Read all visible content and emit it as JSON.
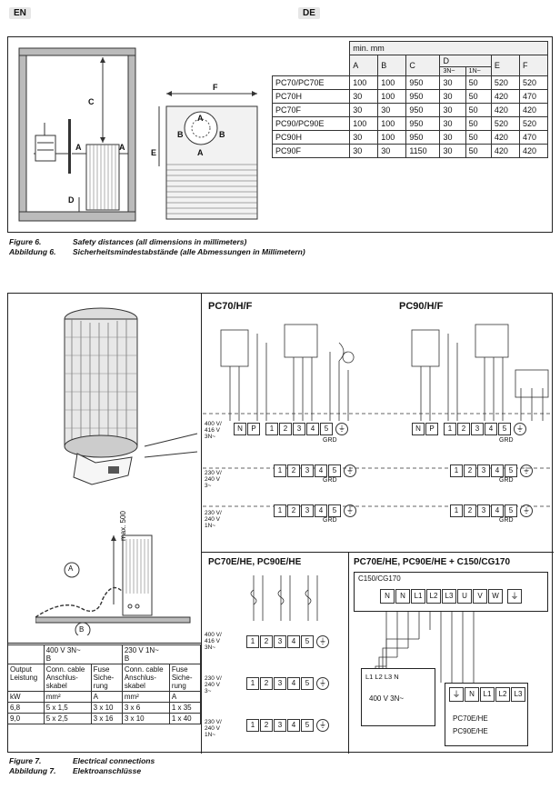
{
  "header": {
    "lang_left": "EN",
    "lang_right": "DE"
  },
  "fig6": {
    "dimension_labels": [
      "C",
      "A",
      "A",
      "D",
      "F",
      "B",
      "B",
      "E",
      "A",
      "A"
    ],
    "table": {
      "unit_header": "min. mm",
      "col_headers": [
        "A",
        "B",
        "C",
        "D",
        "E",
        "F"
      ],
      "d_sub_headers": [
        "3N~",
        "1N~"
      ],
      "rows": [
        {
          "model": "PC70/PC70E",
          "A": "100",
          "B": "100",
          "C": "950",
          "D3N": "30",
          "D1N": "50",
          "E": "520",
          "F": "520"
        },
        {
          "model": "PC70H",
          "A": "30",
          "B": "100",
          "C": "950",
          "D3N": "30",
          "D1N": "50",
          "E": "420",
          "F": "470"
        },
        {
          "model": "PC70F",
          "A": "30",
          "B": "30",
          "C": "950",
          "D3N": "30",
          "D1N": "50",
          "E": "420",
          "F": "420"
        },
        {
          "model": "PC90/PC90E",
          "A": "100",
          "B": "100",
          "C": "950",
          "D3N": "30",
          "D1N": "50",
          "E": "520",
          "F": "520"
        },
        {
          "model": "PC90H",
          "A": "30",
          "B": "100",
          "C": "950",
          "D3N": "30",
          "D1N": "50",
          "E": "420",
          "F": "470"
        },
        {
          "model": "PC90F",
          "A": "30",
          "B": "30",
          "C": "1150",
          "D3N": "30",
          "D1N": "50",
          "E": "420",
          "F": "420"
        }
      ]
    },
    "caption": {
      "en_num": "Figure 6.",
      "en_text": "Safety distances (all dimensions in millimeters)",
      "de_num": "Abbildung 6.",
      "de_text": "Sicherheitsmindestabstände (alle Abmessungen in Millimetern)"
    }
  },
  "fig7": {
    "max_label": "max. 500",
    "circle_a": "A",
    "circle_b": "B",
    "diagrams": {
      "pc70_title": "PC70/H/F",
      "pc90_title": "PC90/H/F",
      "volt_400": "400 V/\n416 V\n3N~",
      "volt_230_3": "230 V/\n240 V\n3~",
      "volt_230_1": "230 V/\n240 V\n1N~",
      "terminals_np": [
        "N",
        "P"
      ],
      "terminals": [
        "1",
        "2",
        "3",
        "4",
        "5"
      ],
      "grd": "GRD",
      "n_label": "N",
      "l_labels": [
        "L1",
        "L2",
        "L3"
      ],
      "he_title": "PC70E/HE, PC90E/HE",
      "he_c150_title": "PC70E/HE, PC90E/HE + C150/CG170",
      "c150_box": "C150/CG170",
      "c150_terms": [
        "N",
        "N",
        "L1",
        "L2",
        "L3",
        "U",
        "V",
        "W"
      ],
      "supply_terms": "L1 L2 L3  N",
      "supply_volt": "400 V 3N~",
      "heater_terms": [
        "N",
        "L1",
        "L2",
        "L3"
      ],
      "heater_models": [
        "PC70E/HE",
        "PC90E/HE"
      ]
    },
    "cable_table": {
      "col_400": "400 V 3N~",
      "col_230": "230 V 1N~",
      "circle": "B",
      "h_output": "Output Leistung",
      "h_conn": "Conn. cable Anschlus- skabel",
      "h_fuse": "Fuse Siche- rung",
      "u_kw": "kW",
      "u_mm2": "mm²",
      "u_a": "A",
      "rows": [
        {
          "kw": "6,8",
          "c400": "5 x 1,5",
          "f400": "3 x 10",
          "c230": "3 x 6",
          "f230": "1 x 35"
        },
        {
          "kw": "9,0",
          "c400": "5 x 2,5",
          "f400": "3 x 16",
          "c230": "3 x 10",
          "f230": "1 x 40"
        }
      ]
    },
    "caption": {
      "en_num": "Figure 7.",
      "en_text": "Electrical connections",
      "de_num": "Abbildung 7.",
      "de_text": "Elektroanschlüsse"
    }
  }
}
